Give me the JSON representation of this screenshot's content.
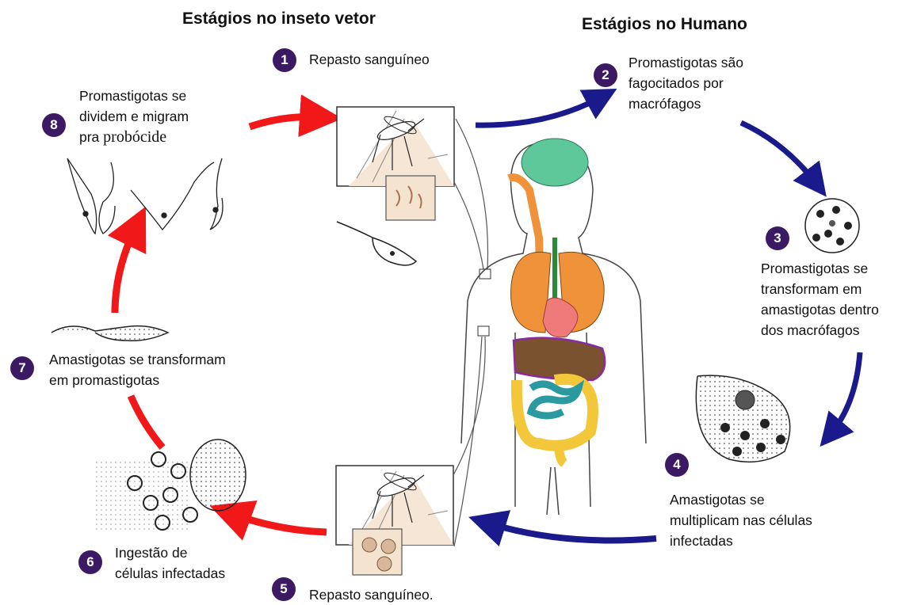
{
  "titles": {
    "vector": "Estágios no inseto vetor",
    "human": "Estágios no Humano"
  },
  "steps": [
    {
      "num": "1",
      "lines": [
        "Repasto sanguíneo"
      ]
    },
    {
      "num": "2",
      "lines": [
        "Promastigotas são",
        "fagocitados por",
        "macrófagos"
      ]
    },
    {
      "num": "3",
      "lines": [
        "Promastigotas se",
        "transformam em",
        "amastigotas dentro",
        "dos macrófagos"
      ]
    },
    {
      "num": "4",
      "lines": [
        "Amastigotas se",
        "multiplicam nas células",
        "infectadas"
      ]
    },
    {
      "num": "5",
      "lines": [
        "Repasto sanguíneo."
      ]
    },
    {
      "num": "6",
      "lines": [
        "Ingestão de",
        "células infectadas"
      ]
    },
    {
      "num": "7",
      "lines": [
        "Amastigotas se transformam",
        "em promastigotas"
      ]
    },
    {
      "num": "8",
      "lines": [
        "Promastigotas se",
        "dividem e migram",
        "pra "
      ],
      "serif_suffix": "probócide"
    }
  ],
  "colors": {
    "badge": "#3b1a63",
    "red_arrow": "#f01818",
    "blue_arrow": "#1a1a8c",
    "lungs": "#f0923a",
    "brain": "#5ec89a",
    "heart": "#f07a7a",
    "liver": "#7a5230",
    "intestine_small": "#2a9aa0",
    "intestine_large": "#f2c83a",
    "stomach_outline": "#8a2aa0"
  }
}
